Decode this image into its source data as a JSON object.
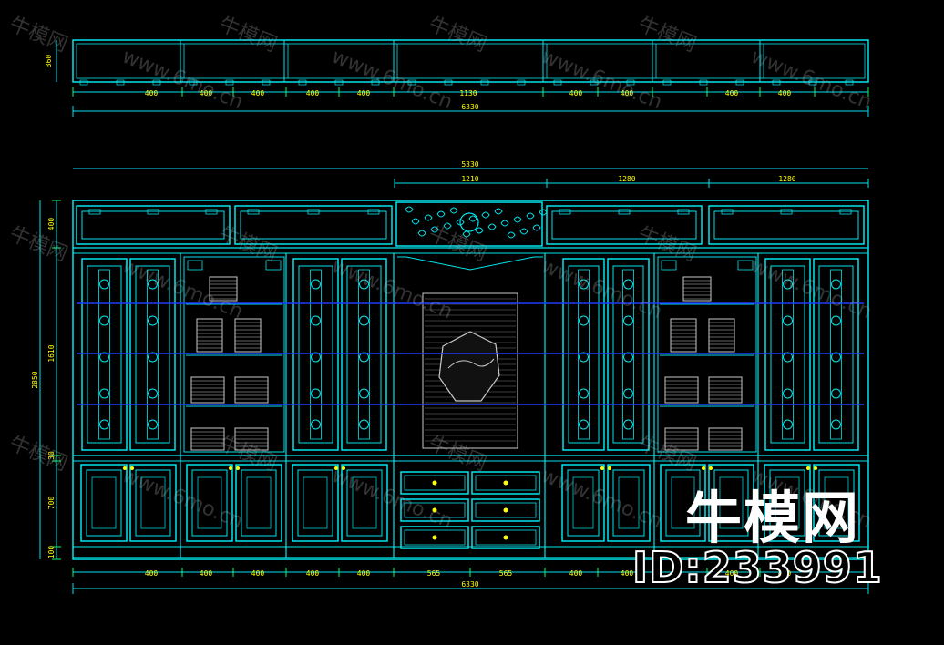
{
  "plan": {
    "height_label": "360",
    "segments": [
      "400",
      "400",
      "400",
      "400",
      "400",
      "1130",
      "400",
      "400",
      "400",
      "400"
    ],
    "total": "6330"
  },
  "elevation": {
    "top_total": "5330",
    "top_segments": [
      "1210",
      "1280",
      "1280"
    ],
    "left_heights": [
      "400",
      "1610",
      "30",
      "700",
      "100"
    ],
    "left_total": "2850",
    "bottom_segments": [
      "400",
      "400",
      "400",
      "400",
      "400",
      "565",
      "565",
      "400",
      "400",
      "400",
      "400"
    ],
    "bottom_total": "6330"
  },
  "colors": {
    "cyan": "#00e5ee",
    "yellow": "#ffff00",
    "blue": "#1e3cff",
    "gray": "#c8c8c8",
    "green": "#00ff66"
  },
  "watermark": {
    "site": "牛模网",
    "url": "www.6mo.cn",
    "logo": "牛模网",
    "id": "ID:233991"
  }
}
